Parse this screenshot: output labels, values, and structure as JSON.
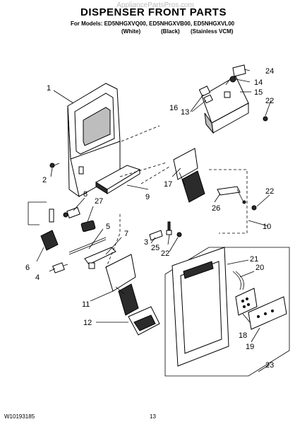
{
  "watermark": "AppliancePartsPros.com",
  "title": "DISPENSER FRONT PARTS",
  "models": {
    "prefix": "For Models:",
    "list": "ED5NHGXVQ00, ED5NHGXVB00, ED5NHGXVL00",
    "colors": [
      "(White)",
      "(Black)",
      "(Stainless VCM)"
    ]
  },
  "callouts": [
    "1",
    "2",
    "3",
    "4",
    "5",
    "6",
    "7",
    "8",
    "9",
    "10",
    "11",
    "12",
    "13",
    "14",
    "15",
    "16",
    "17",
    "18",
    "19",
    "20",
    "21",
    "22",
    "22",
    "22",
    "23",
    "24",
    "25",
    "26",
    "27"
  ],
  "footer": {
    "doc_id": "W10193185",
    "page": "13"
  }
}
